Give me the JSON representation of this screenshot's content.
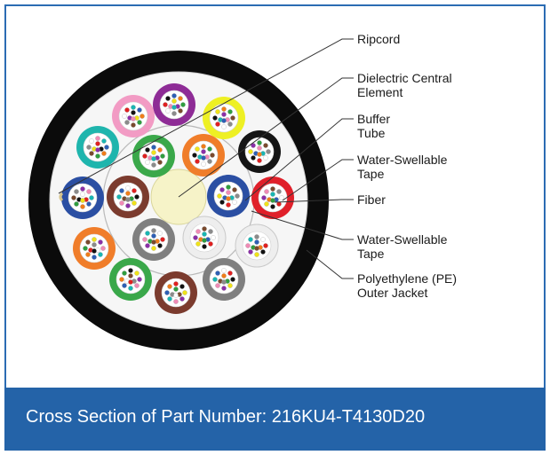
{
  "callouts": [
    {
      "lines": [
        "Ripcord"
      ]
    },
    {
      "lines": [
        "Dielectric Central",
        "Element"
      ]
    },
    {
      "lines": [
        "Buffer",
        "Tube"
      ]
    },
    {
      "lines": [
        "Water-Swellable",
        "Tape"
      ]
    },
    {
      "lines": [
        "Fiber"
      ]
    },
    {
      "lines": [
        "Water-Swellable",
        "Tape"
      ]
    },
    {
      "lines": [
        "Polyethylene (PE)",
        "Outer Jacket"
      ]
    }
  ],
  "caption": "Cross Section of Part Number: 216KU4-T4130D20",
  "colors": {
    "frame_border": "#2b6cb3",
    "caption_bar": "#2463a8",
    "caption_text": "#ffffff",
    "jacket": "#0b0b0b",
    "core_fill": "#f6f6f6",
    "central_element": "#f6f3c8",
    "tube_colors": [
      "blue",
      "orange",
      "green",
      "brown",
      "slate",
      "white",
      "red",
      "black",
      "yellow",
      "violet",
      "rose",
      "aqua"
    ],
    "fiber_colors": [
      "#2d5fb5",
      "#f07d1a",
      "#2f9e3f",
      "#7a4a2e",
      "#8b8b8b",
      "#ffffff",
      "#e02020",
      "#111111",
      "#f0e31a",
      "#8b2fa8",
      "#f08bb6",
      "#19b6b3"
    ]
  },
  "buffer_tube_count": 18
}
